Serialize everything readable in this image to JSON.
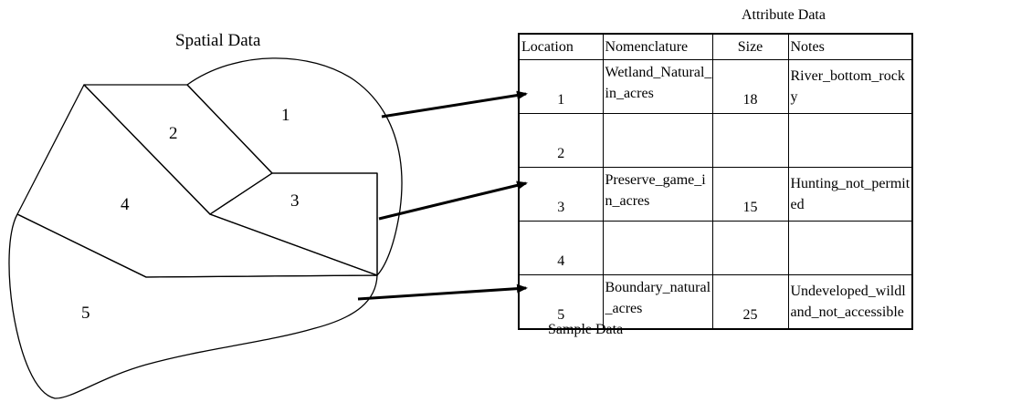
{
  "map": {
    "title": "Spatial Data",
    "regions": [
      {
        "id": "1",
        "label": "1"
      },
      {
        "id": "2",
        "label": "2"
      },
      {
        "id": "3",
        "label": "3"
      },
      {
        "id": "4",
        "label": "4"
      },
      {
        "id": "5",
        "label": "5"
      }
    ]
  },
  "table": {
    "title": "Attribute Data",
    "caption": "Sample Data",
    "headers": {
      "location": "Location",
      "nomenclature": "Nomenclature",
      "size": "Size",
      "notes": "Notes"
    },
    "rows": [
      {
        "location": "1",
        "nomenclature": "Wetland_Natural_in_acres",
        "size": "18",
        "notes": "River_bottom_rocky"
      },
      {
        "location": "2",
        "nomenclature": "",
        "size": "",
        "notes": ""
      },
      {
        "location": "3",
        "nomenclature": "Preserve_game_in_acres",
        "size": "15",
        "notes": "Hunting_not_permited"
      },
      {
        "location": "4",
        "nomenclature": "",
        "size": "",
        "notes": ""
      },
      {
        "location": "5",
        "nomenclature": "Boundary_natural_acres",
        "size": "25",
        "notes": "Undeveloped_wildland_not_accessible"
      }
    ]
  }
}
